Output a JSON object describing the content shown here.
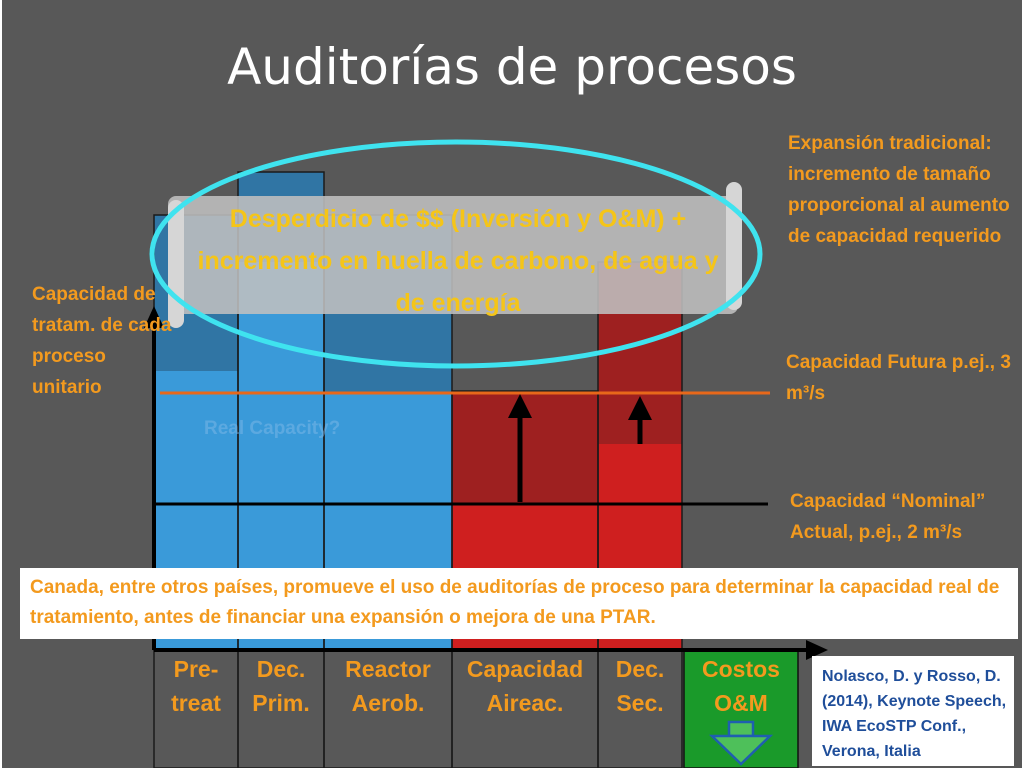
{
  "slide": {
    "title": "Auditorías de procesos",
    "y_axis_label": "Capacidad de tratam. de cada proceso unitario",
    "expansion_note": "Expansión tradicional: incremento de tamaño proporcional al aumento de capacidad requerido",
    "future_capacity": "Capacidad Futura p.ej., 3 m³/s",
    "nominal_capacity": "Capacidad “Nominal” Actual, p.ej., 2 m³/s",
    "real_capacity": "Real Capacity?",
    "waste_callout": "Desperdicio de $$ (Inversión y O&M) + incremento en huella de carbono, de agua y de energía",
    "banner": "Canada, entre otros países, promueve el uso de auditorías de proceso para determinar la capacidad real de tratamiento, antes de financiar una expansión o mejora de una PTAR.",
    "reference": "Nolasco, D. y Rosso, D. (2014), Keynote Speech, IWA EcoSTP Conf., Verona, Italia"
  },
  "categories": [
    "Pre-treat",
    "Dec. Prim.",
    "Reactor Aerob.",
    "Capacidad Aireac.",
    "Dec. Sec.",
    "Costos O&M"
  ],
  "colors": {
    "background": "#585858",
    "blue": "#3a9ad9",
    "red": "#cf1f1f",
    "orange_text": "#f39a1e",
    "future_line": "#e8681a",
    "ellipse": "#3fe3ef",
    "green": "#1a9a2a"
  },
  "icons": [
    "up-arrow-icon",
    "down-arrow-icon"
  ]
}
